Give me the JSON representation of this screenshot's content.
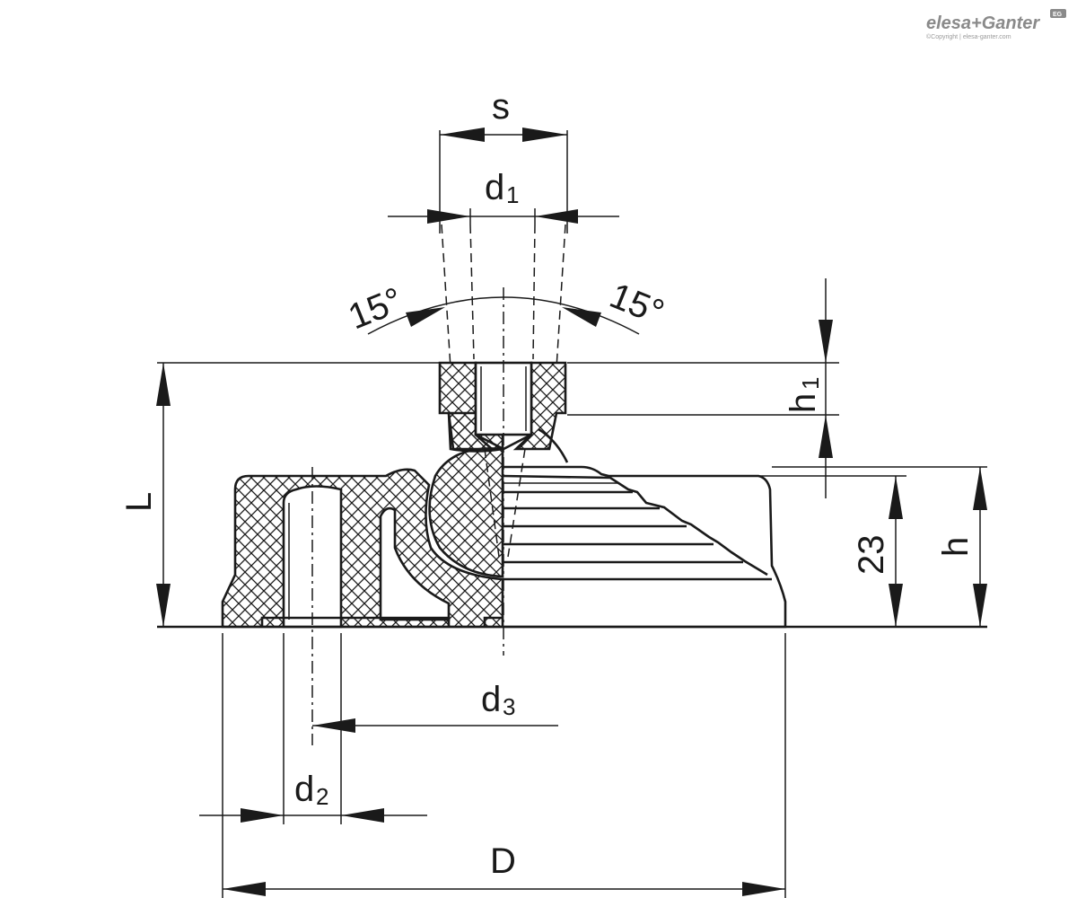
{
  "brand": {
    "logo": "elesa+Ganter",
    "badge": "EG",
    "copyright": "©Copyright | elesa-ganter.com"
  },
  "dimensions": {
    "s": "s",
    "d1_main": "d",
    "d1_sub": "1",
    "angle_left": "15°",
    "angle_right": "15°",
    "h1_main": "h",
    "h1_sub": "1",
    "L": "L",
    "fixed_height": "23",
    "h": "h",
    "d3_main": "d",
    "d3_sub": "3",
    "d2_main": "d",
    "d2_sub": "2",
    "D": "D"
  }
}
